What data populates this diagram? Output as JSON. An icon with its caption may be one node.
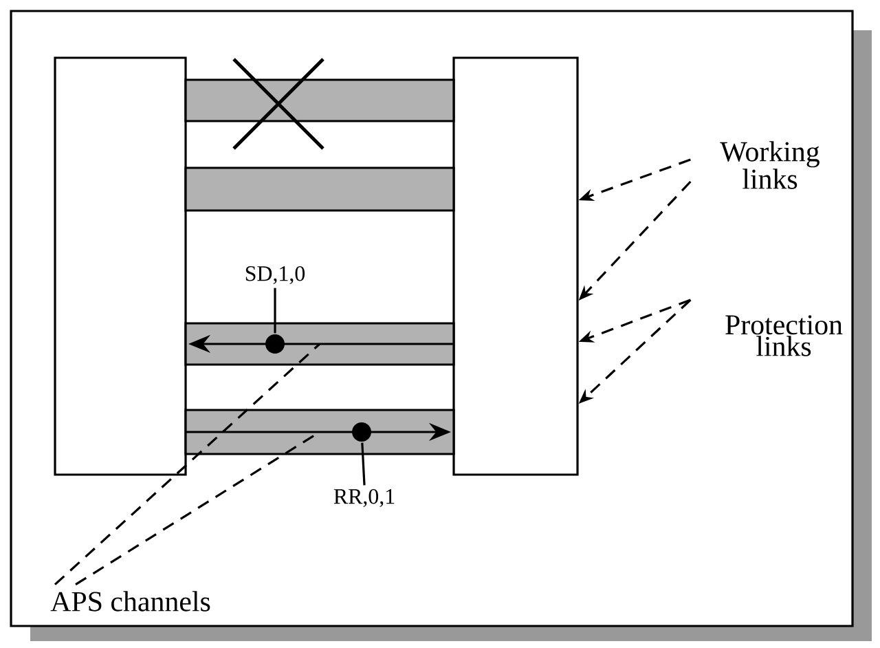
{
  "diagram": {
    "nodes": [
      {
        "text": [],
        "shape": "box"
      },
      {
        "text": [],
        "shape": "box"
      },
      {
        "text": [],
        "shape": "bar"
      },
      {
        "text": [],
        "shape": "bar"
      },
      {
        "text": [],
        "shape": "bar"
      },
      {
        "text": [],
        "shape": "bar"
      },
      {
        "text": [
          "Working links"
        ]
      },
      {
        "text": [
          "Protection links"
        ]
      },
      {
        "text": [
          "APS channels"
        ]
      },
      {
        "text": [
          "SD,1,0"
        ]
      },
      {
        "text": [
          "RR,0,1"
        ]
      },
      {
        "text": [],
        "shape": "circle",
        "in": 4
      },
      {
        "text": [],
        "shape": "circle",
        "in": 5
      }
    ],
    "edges": [
      {
        "from": 6,
        "to": 1,
        "arrow": "to",
        "style": "dashed"
      },
      {
        "from": 6,
        "to": 1,
        "arrow": "to",
        "style": "dashed"
      },
      {
        "from": 7,
        "to": 1,
        "arrow": "to",
        "style": "dashed"
      },
      {
        "from": 7,
        "to": 1,
        "arrow": "to",
        "style": "dashed"
      },
      {
        "from": 8,
        "to": 4,
        "arrow": "none",
        "style": "dashed"
      },
      {
        "from": 8,
        "to": 5,
        "arrow": "none",
        "style": "dashed"
      },
      {
        "from": 9,
        "to": 11,
        "arrow": "none"
      },
      {
        "from": 10,
        "to": 12,
        "arrow": "none"
      }
    ]
  }
}
